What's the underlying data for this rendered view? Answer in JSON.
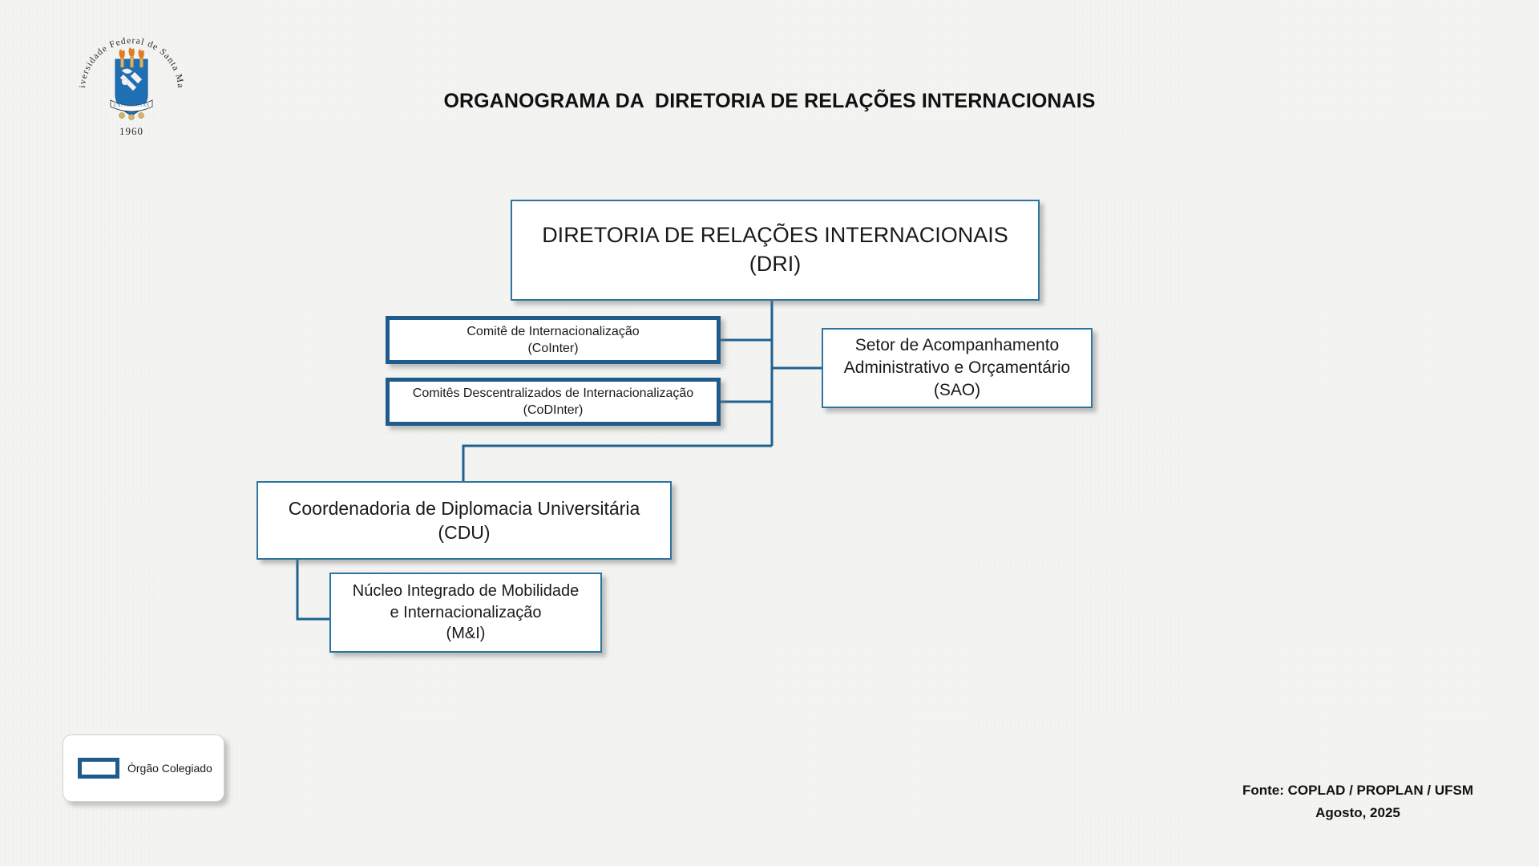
{
  "document": {
    "title": "ORGANOGRAMA DA  DIRETORIA DE RELAÇÕES INTERNACIONAIS",
    "institution": "Universidade Federal de Santa Maria",
    "background_color": "#f4f4f2"
  },
  "logo": {
    "name": "ufsm-crest",
    "ring_text_top": "Universidade Federal de",
    "ring_text_bottom": "Santa Maria",
    "ring_text_full": "Universidade Federal de Santa Maria",
    "year": "1960",
    "motto": "UNIVERSITAS",
    "shield_color": "#1F6FB5",
    "torch_flame_color": "#E07B1E"
  },
  "chart_data": {
    "type": "diagram",
    "title": "ORGANOGRAMA DA  DIRETORIA DE RELAÇÕES INTERNACIONAIS",
    "nodes": [
      {
        "id": "dri",
        "lines": [
          "DIRETORIA DE RELAÇÕES INTERNACIONAIS (DRI)"
        ],
        "level": 0,
        "style": "thin",
        "border_color": "#2E74A0"
      },
      {
        "id": "cointer",
        "lines": [
          "Comitê de Internacionalização",
          "(CoInter)"
        ],
        "level": 1,
        "style": "thick",
        "border_color": "#1F5C8B",
        "category": "Órgão Colegiado"
      },
      {
        "id": "codinter",
        "lines": [
          "Comitês Descentralizados de Internacionalização",
          "(CoDInter)"
        ],
        "level": 1,
        "style": "thick",
        "border_color": "#1F5C8B",
        "category": "Órgão Colegiado"
      },
      {
        "id": "sao",
        "lines": [
          "Setor de Acompanhamento",
          "Administrativo e Orçamentário",
          "(SAO)"
        ],
        "level": 1,
        "style": "thin",
        "border_color": "#2E74A0"
      },
      {
        "id": "cdu",
        "lines": [
          "Coordenadoria de Diplomacia Universitária",
          "(CDU)"
        ],
        "level": 1,
        "style": "thin",
        "border_color": "#2E74A0"
      },
      {
        "id": "mi",
        "lines": [
          "Núcleo Integrado de Mobilidade",
          "e Internacionalização",
          "(M&I)"
        ],
        "level": 2,
        "style": "thin",
        "border_color": "#2E74A0"
      }
    ],
    "edges": [
      {
        "from": "dri",
        "to": "cointer"
      },
      {
        "from": "dri",
        "to": "codinter"
      },
      {
        "from": "dri",
        "to": "sao"
      },
      {
        "from": "dri",
        "to": "cdu"
      },
      {
        "from": "cdu",
        "to": "mi"
      }
    ],
    "connector_color": "#20628F"
  },
  "legend": {
    "swatch_name": "orgao-colegiado-swatch",
    "label": "Órgão Colegiado",
    "swatch_border_color": "#1F5C8B"
  },
  "footer": {
    "source": "Fonte: COPLAD / PROPLAN / UFSM",
    "date": "Agosto, 2025"
  }
}
